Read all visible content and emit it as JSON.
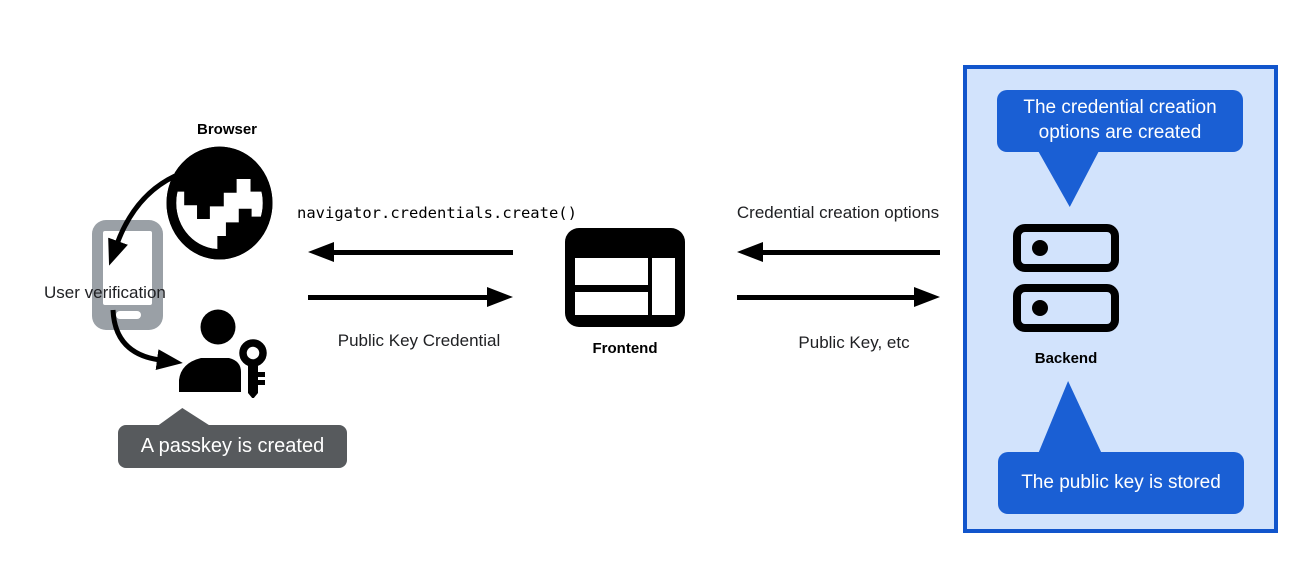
{
  "diagram": {
    "browser": {
      "label": "Browser",
      "user_verification": "User verification",
      "passkey_tooltip": "A passkey is created"
    },
    "frontend": {
      "label": "Frontend",
      "call_to_browser": "navigator.credentials.create()",
      "return_from_browser": "Public Key Credential"
    },
    "backend": {
      "label": "Backend",
      "options_to_frontend": "Credential creation options",
      "return_to_backend": "Public Key, etc",
      "top_callout": "The credential creation options are created",
      "bottom_callout": "The public key is stored"
    }
  },
  "colors": {
    "callout_blue": "#1a5fd4",
    "panel_border_blue": "#1155cc",
    "panel_bg_blue": "#d2e3fc",
    "tooltip_gray": "#575a5d",
    "phone_gray": "#9aa0a6",
    "ink": "#000000"
  },
  "icons": [
    "globe-icon",
    "phone-icon",
    "user-key-icon",
    "frontend-window-icon",
    "backend-server-icon"
  ]
}
